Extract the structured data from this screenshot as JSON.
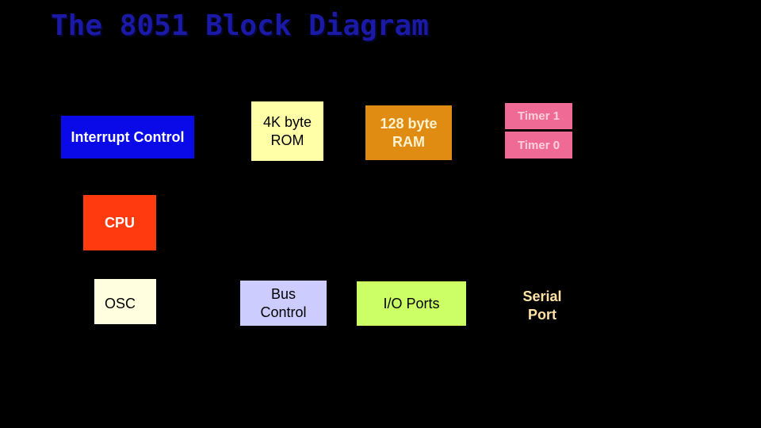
{
  "slide": {
    "title": "The 8051 Block Diagram"
  },
  "blocks": [
    {
      "key": "interrupt",
      "label": "Interrupt Control",
      "bg": "#0a0ae8",
      "color": "#ffffff",
      "bold": true
    },
    {
      "key": "rom",
      "label": "4K byte\nROM",
      "bg": "#ffffa8",
      "color": "#000000",
      "bold": false
    },
    {
      "key": "ram",
      "label": "128 byte\nRAM",
      "bg": "#e08b12",
      "color": "#fff2d0",
      "bold": true
    },
    {
      "key": "timer1",
      "label": "Timer 1",
      "bg": "#f06a96",
      "color": "#ffd0dc",
      "bold": true
    },
    {
      "key": "timer0",
      "label": "Timer 0",
      "bg": "#f06a96",
      "color": "#ffd0dc",
      "bold": true
    },
    {
      "key": "cpu",
      "label": "CPU",
      "bg": "#ff3a0e",
      "color": "#ffffff",
      "bold": true
    },
    {
      "key": "osc",
      "label": "OSC",
      "bg": "#ffffe0",
      "color": "#000000",
      "bold": false
    },
    {
      "key": "bus",
      "label": "Bus\nControl",
      "bg": "#ccccff",
      "color": "#000000",
      "bold": false
    },
    {
      "key": "io",
      "label": "I/O Ports",
      "bg": "#ccff66",
      "color": "#000000",
      "bold": false
    },
    {
      "key": "serial",
      "label": "Serial\nPort",
      "bg": "#000000",
      "color": "#ffe2a6",
      "bold": true
    }
  ]
}
